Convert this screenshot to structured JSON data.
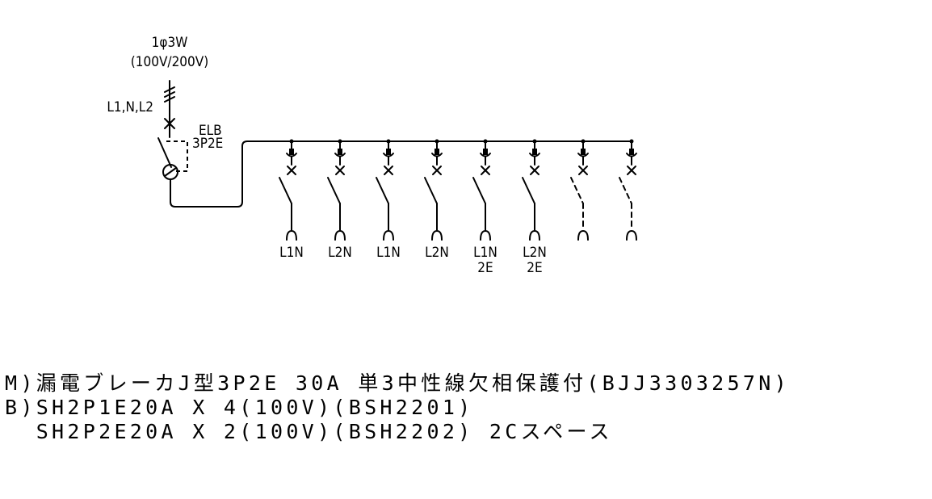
{
  "supply": {
    "phase": "1φ3W",
    "voltage": "(100V/200V)",
    "conductors": "L1,N,L2"
  },
  "main_breaker": {
    "label": "ELB",
    "poles": "3P2E"
  },
  "branches": [
    {
      "line1": "L1N",
      "line2": "",
      "style": "solid"
    },
    {
      "line1": "L2N",
      "line2": "",
      "style": "solid"
    },
    {
      "line1": "L1N",
      "line2": "",
      "style": "solid"
    },
    {
      "line1": "L2N",
      "line2": "",
      "style": "solid"
    },
    {
      "line1": "L1N",
      "line2": "2E",
      "style": "solid"
    },
    {
      "line1": "L2N",
      "line2": "2E",
      "style": "solid"
    },
    {
      "line1": "",
      "line2": "",
      "style": "dashed"
    },
    {
      "line1": "",
      "line2": "",
      "style": "dashed"
    }
  ],
  "spec_lines": [
    "M)漏電ブレーカJ型3P2E 30A 単3中性線欠相保護付(BJJ3303257N)",
    "B)SH2P1E20A X 4(100V)(BSH2201)",
    "  SH2P2E20A X 2(100V)(BSH2202) 2Cスペース"
  ]
}
